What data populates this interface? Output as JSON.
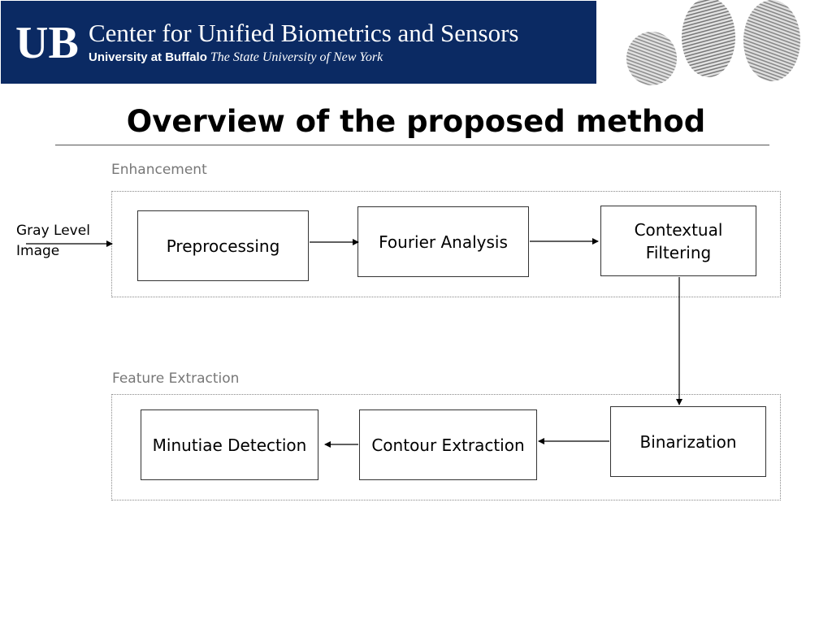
{
  "header": {
    "logo_text": "UB",
    "center_name": "Center for Unified Biometrics and Sensors",
    "university": "University at Buffalo",
    "state_university": "The State University of New York",
    "image": "fingerprint-images"
  },
  "slide": {
    "title": "Overview of the proposed method"
  },
  "diagram": {
    "input_label": "Gray Level Image",
    "groups": [
      {
        "label": "Enhancement"
      },
      {
        "label": "Feature Extraction"
      }
    ],
    "nodes": [
      {
        "id": "preprocessing",
        "label": "Preprocessing"
      },
      {
        "id": "fourier",
        "label": "Fourier Analysis"
      },
      {
        "id": "contextual",
        "label": "Contextual Filtering"
      },
      {
        "id": "binarization",
        "label": "Binarization"
      },
      {
        "id": "contour",
        "label": "Contour Extraction"
      },
      {
        "id": "minutiae",
        "label": "Minutiae Detection"
      }
    ],
    "edges": [
      {
        "from": "input",
        "to": "preprocessing"
      },
      {
        "from": "preprocessing",
        "to": "fourier"
      },
      {
        "from": "fourier",
        "to": "contextual"
      },
      {
        "from": "contextual",
        "to": "binarization"
      },
      {
        "from": "binarization",
        "to": "contour"
      },
      {
        "from": "contour",
        "to": "minutiae"
      }
    ]
  }
}
